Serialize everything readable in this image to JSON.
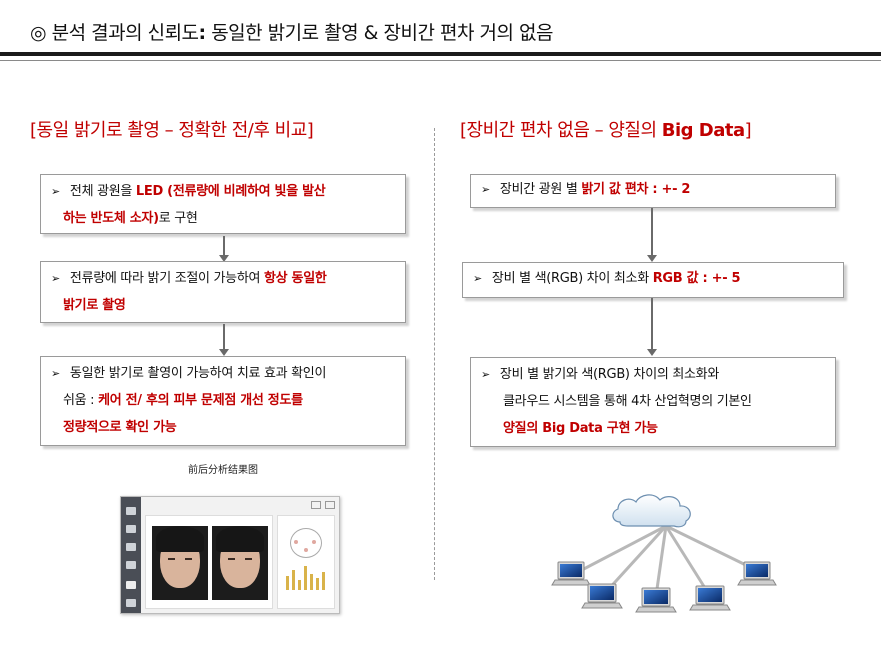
{
  "title": {
    "prefix": "◎ 분석 결과의 신뢰도",
    "colon": ":",
    "rest": " 동일한 밝기로 촬영 & 장비간 편차 거의 없음"
  },
  "left": {
    "heading": "[동일 밝기로 촬영 – 정확한 전/후 비교]",
    "box1": {
      "bullet": "➢",
      "t1": "전체 광원을 ",
      "t2": "LED (전류량에 비례하여 빛을 발산",
      "t3": "하는 반도체 소자)",
      "t4": "로 구현"
    },
    "box2": {
      "bullet": "➢",
      "t1": "전류량에 따라 밝기 조절이 가능하여 ",
      "t2": "항상 동일한",
      "t3": "밝기로 촬영"
    },
    "box3": {
      "bullet": "➢",
      "t1": "동일한 밝기로 촬영이 가능하여 치료 효과 확인이",
      "t2": "쉬움 : ",
      "t3": "케어 전/ 후의 피부 문제점 개선 정도를",
      "t4": "정량적으로 확인 가능"
    },
    "caption": "前后分析结果图"
  },
  "right": {
    "heading_pre": "[장비간 편차 없음 – 양질의 ",
    "heading_bold": "Big Data",
    "heading_post": "]",
    "box1": {
      "bullet": "➢",
      "t1": "장비간 광원 별 ",
      "t2": "밝기 값 편차 : +- 2"
    },
    "box2": {
      "bullet": "➢",
      "t1": "장비 별 색(RGB) 차이 최소화 ",
      "t2": "RGB 값 : +- 5"
    },
    "box3": {
      "bullet": "➢",
      "t1": "장비 별 밝기와 색(RGB) 차이의 최소화와",
      "t2": "클라우드 시스템을 통해 4차 산업혁명의 기본인",
      "t3": "양질의 Big Data 구현 가능"
    }
  },
  "colors": {
    "accent_red": "#c00000",
    "rule": "#1a1a1a",
    "box_border": "#9a9a9a"
  },
  "icons": [
    "bullet-arrow-icon",
    "down-arrow-icon",
    "cloud-icon",
    "laptop-icon"
  ]
}
